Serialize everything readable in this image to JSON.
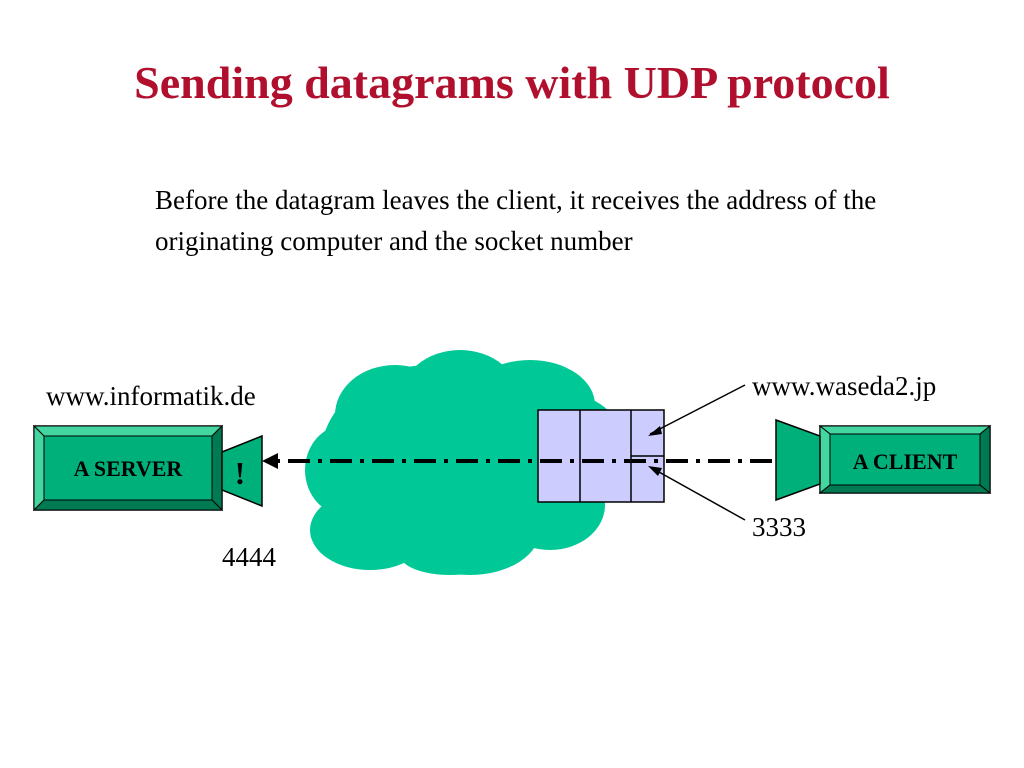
{
  "title": "Sending datagrams with UDP protocol",
  "description": "Before the datagram leaves the client, it receives the address of the originating computer and the socket number",
  "server": {
    "host": "www.informatik.de",
    "label": "A SERVER",
    "port": "4444",
    "signal": "!"
  },
  "client": {
    "host": "www.waseda2.jp",
    "label": "A CLIENT",
    "port": "3333"
  },
  "colors": {
    "title": "#b0102d",
    "cloud": "#00c896",
    "box": "#00b07a",
    "datagram": "#ccccff"
  }
}
